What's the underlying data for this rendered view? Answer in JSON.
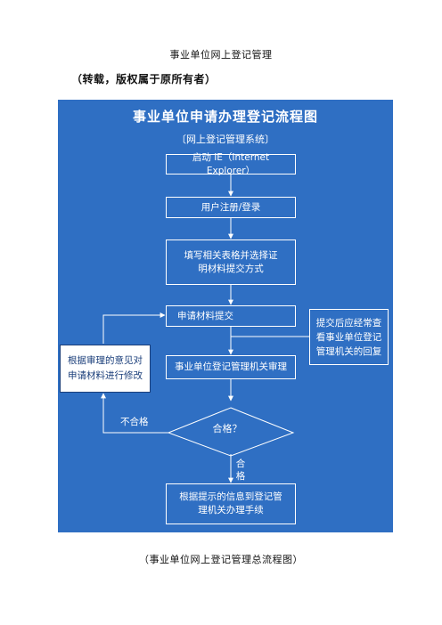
{
  "document": {
    "title": "事业单位网上登记管理",
    "subtitle": "（转载，版权属于原所有者）",
    "caption": "（事业单位网上登记管理总流程图）"
  },
  "flowchart": {
    "title": "事业单位申请办理登记流程图",
    "subtitle": "〔网上登记管理系统〕",
    "steps": [
      "启动 IE（Internet Explorer）",
      "用户注册/登录",
      "填写相关表格并选择证明材料提交方式",
      "申请材料提交",
      "事业单位登记管理机关审理"
    ],
    "decision": "合格？",
    "final_step": "根据提示的信息到登记管理机关办理手续",
    "side_note": "提交后应经常查看事业单位登记管理机关的回复",
    "revise_box": "根据审理的意见对申请材料进行修改",
    "no_label": "不合格",
    "yes_label": "合格"
  },
  "colors": {
    "panel_bg": "#2f6fc3",
    "line": "#ffffff",
    "note_text": "#1a3e7a"
  }
}
